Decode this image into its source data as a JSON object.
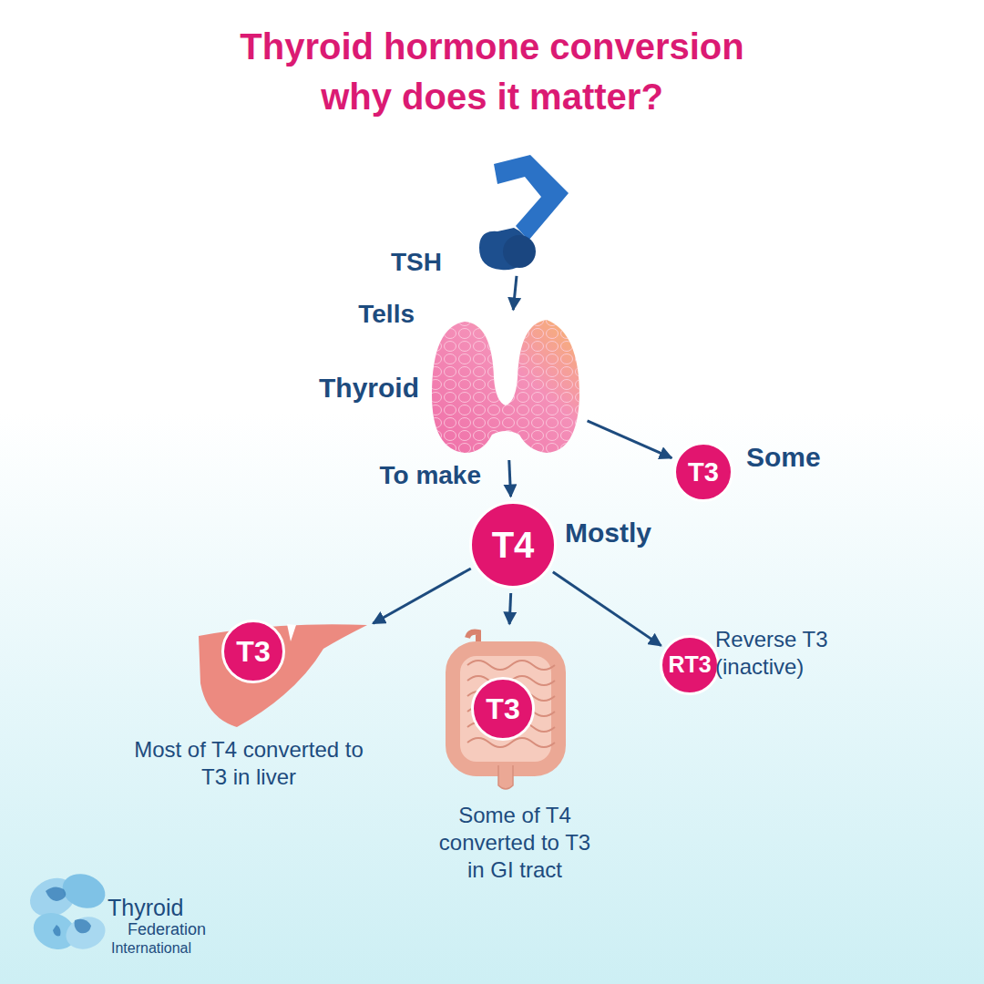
{
  "diagram": {
    "title": "Thyroid hormone conversion why does it matter?",
    "nodes": [
      {
        "text": [
          "TSH"
        ]
      },
      {
        "text": [
          "Thyroid"
        ]
      },
      {
        "text": [
          "T3",
          "Some"
        ]
      },
      {
        "text": [
          "T4",
          "Mostly"
        ]
      },
      {
        "text": [
          "Most of T4 converted to T3 in liver"
        ]
      },
      {
        "text": [
          "T3"
        ],
        "in": 4
      },
      {
        "text": [
          "Some of T4 converted to T3 in GI tract"
        ]
      },
      {
        "text": [
          "T3"
        ],
        "in": 6
      },
      {
        "text": [
          "RT3",
          "Reverse T3 (inactive)"
        ]
      }
    ],
    "edges": [
      {
        "from": 0,
        "to": 1,
        "arrow": "to",
        "label": "Tells"
      },
      {
        "from": 1,
        "to": 3,
        "arrow": "to",
        "label": "To make"
      },
      {
        "from": 1,
        "to": 2,
        "arrow": "to"
      },
      {
        "from": 3,
        "to": 4,
        "arrow": "to"
      },
      {
        "from": 3,
        "to": 6,
        "arrow": "to"
      },
      {
        "from": 3,
        "to": 8,
        "arrow": "to"
      }
    ],
    "labels": [
      "Thyroid",
      "Federation",
      "International"
    ]
  }
}
